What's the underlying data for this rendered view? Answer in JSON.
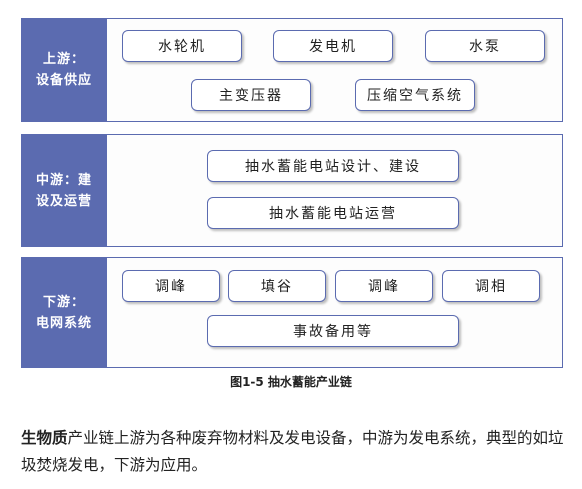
{
  "tiers": [
    {
      "label_line1": "上游：",
      "label_line2": "设备供应",
      "nodes": [
        "水轮机",
        "发电机",
        "水泵",
        "主变压器",
        "压缩空气系统"
      ]
    },
    {
      "label_line1": "中游：建",
      "label_line2": "设及运营",
      "nodes": [
        "抽水蓄能电站设计、建设",
        "抽水蓄能电站运营"
      ]
    },
    {
      "label_line1": "下游：",
      "label_line2": "电网系统",
      "nodes": [
        "调峰",
        "填谷",
        "调峰",
        "调相",
        "事故备用等"
      ]
    }
  ],
  "caption": "图1-5 抽水蓄能产业链",
  "paragraph": {
    "bold": "生物质",
    "rest": "产业链上游为各种废弃物材料及发电设备，中游为发电系统，典型的如垃圾焚烧发电，下游为应用。"
  }
}
